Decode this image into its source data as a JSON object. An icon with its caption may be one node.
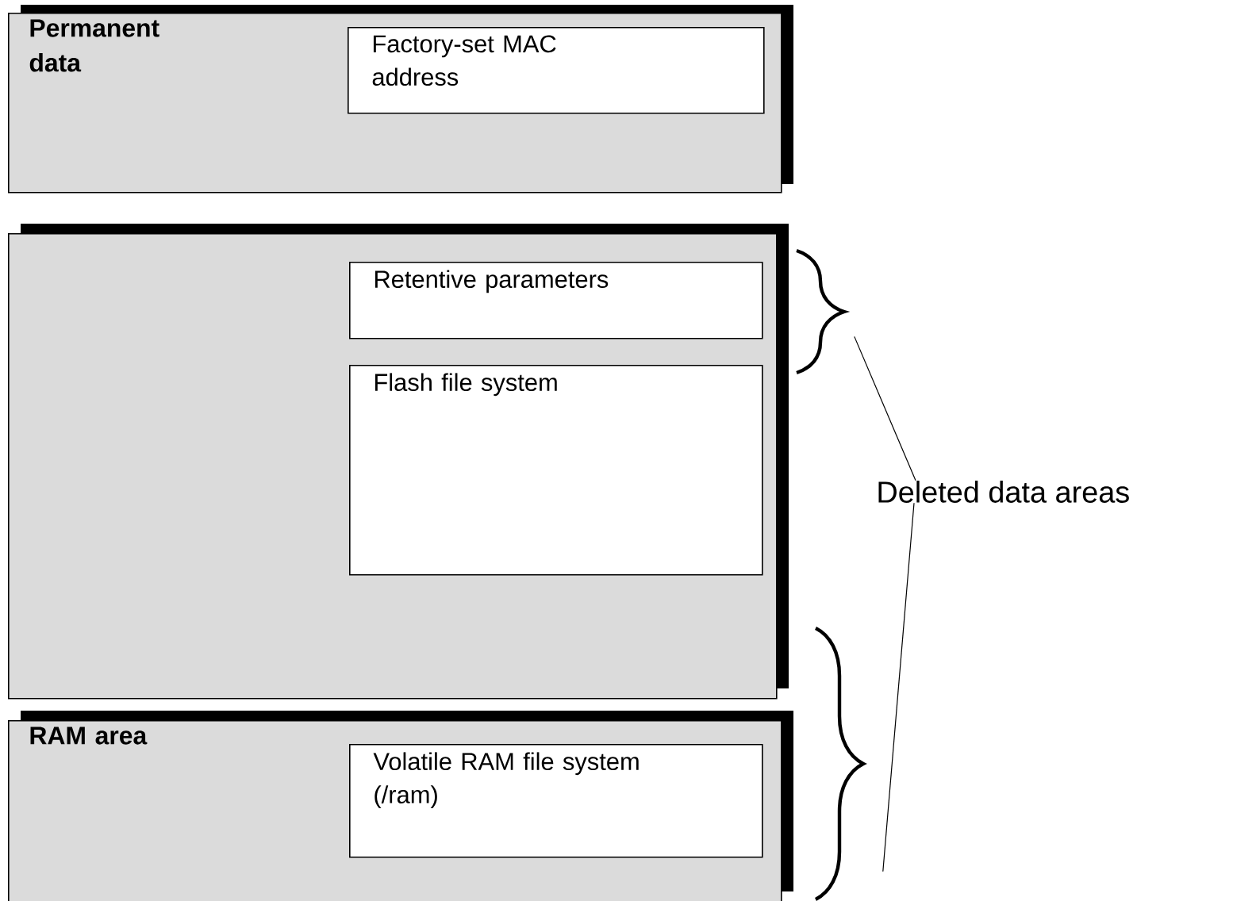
{
  "diagram": {
    "nodes": [
      {
        "text": [
          "Permanent data"
        ]
      },
      {
        "text": [
          "Factory-set MAC address"
        ],
        "in": 0
      },
      {
        "text": [],
        "shape": "box"
      },
      {
        "text": [
          "Retentive parameters"
        ],
        "in": 2
      },
      {
        "text": [
          "Flash file system"
        ],
        "in": 2
      },
      {
        "text": [
          "RAM area"
        ]
      },
      {
        "text": [
          "Volatile RAM file system (/ram)"
        ],
        "in": 5
      },
      {
        "text": [],
        "shape": "brace"
      },
      {
        "text": [],
        "shape": "brace"
      },
      {
        "text": [
          "Deleted data areas"
        ]
      }
    ],
    "edges": [
      {
        "from": 9,
        "to": 7,
        "arrow": "none"
      },
      {
        "from": 9,
        "to": 8,
        "arrow": "none"
      }
    ]
  }
}
